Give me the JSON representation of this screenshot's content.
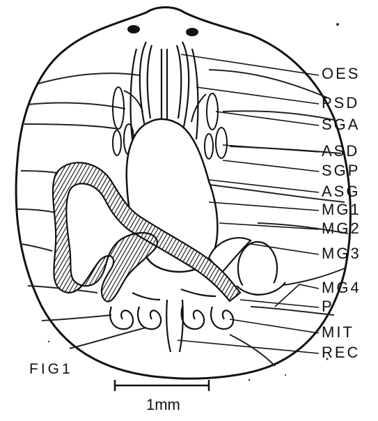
{
  "figure": {
    "caption": "FIG1",
    "scale_bar_text": "1mm",
    "ink_color": "#111111",
    "paper_color": "#ffffff"
  },
  "labels": [
    {
      "key": "oes",
      "text": "OES"
    },
    {
      "key": "psd",
      "text": "PSD"
    },
    {
      "key": "sga",
      "text": "SGA"
    },
    {
      "key": "asd",
      "text": "ASD"
    },
    {
      "key": "sgp",
      "text": "SGP"
    },
    {
      "key": "asg",
      "text": "ASG"
    },
    {
      "key": "mg1",
      "text": "MG1"
    },
    {
      "key": "mg2",
      "text": "MG2"
    },
    {
      "key": "mg3",
      "text": "MG3"
    },
    {
      "key": "mg4",
      "text": "MG4"
    },
    {
      "key": "p",
      "text": "P"
    },
    {
      "key": "mit",
      "text": "MIT"
    },
    {
      "key": "rec",
      "text": "REC"
    }
  ]
}
